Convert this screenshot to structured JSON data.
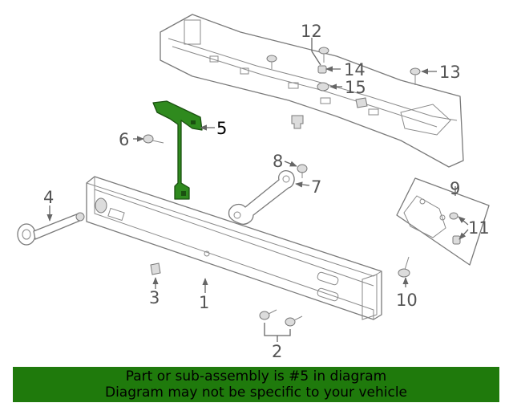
{
  "callouts": {
    "c1": "1",
    "c2": "2",
    "c3": "3",
    "c4": "4",
    "c5": "5",
    "c6": "6",
    "c7": "7",
    "c8": "8",
    "c9": "9",
    "c10": "10",
    "c11": "11",
    "c12": "12",
    "c13": "13",
    "c14": "14",
    "c15": "15"
  },
  "highlight": {
    "part": "5",
    "color": "#2f8a1e"
  },
  "banner": {
    "line1": "Part or sub-assembly is #5 in diagram",
    "line2": "Diagram may not be specific to your vehicle",
    "background": "#1f7a0c"
  }
}
